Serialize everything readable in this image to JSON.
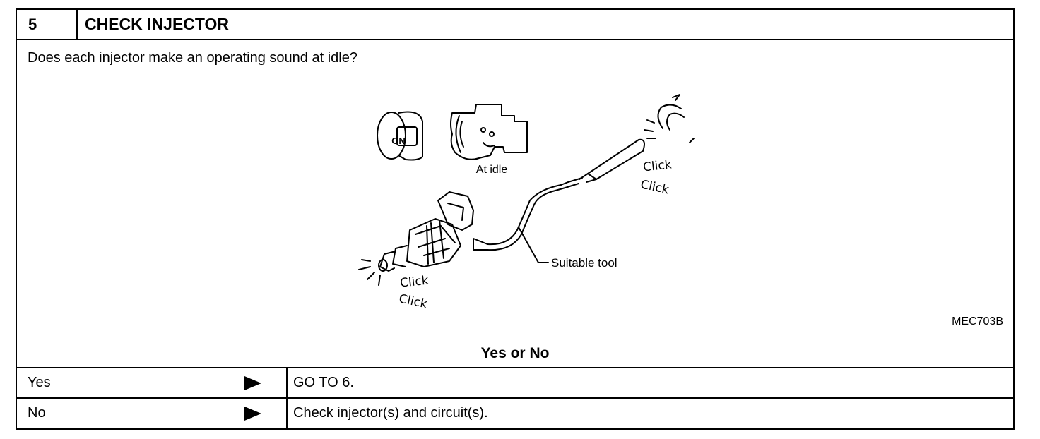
{
  "step": {
    "number": "5",
    "title": "CHECK INJECTOR"
  },
  "question": "Does each injector make an operating sound at idle?",
  "figure": {
    "key_label": "ON",
    "idle_label": "At idle",
    "click_word": "Click",
    "tool_label": "Suitable tool",
    "code": "MEC703B"
  },
  "yes_or_no": "Yes or No",
  "results": [
    {
      "answer": "Yes",
      "action": "GO TO 6."
    },
    {
      "answer": "No",
      "action": "Check injector(s) and circuit(s)."
    }
  ]
}
